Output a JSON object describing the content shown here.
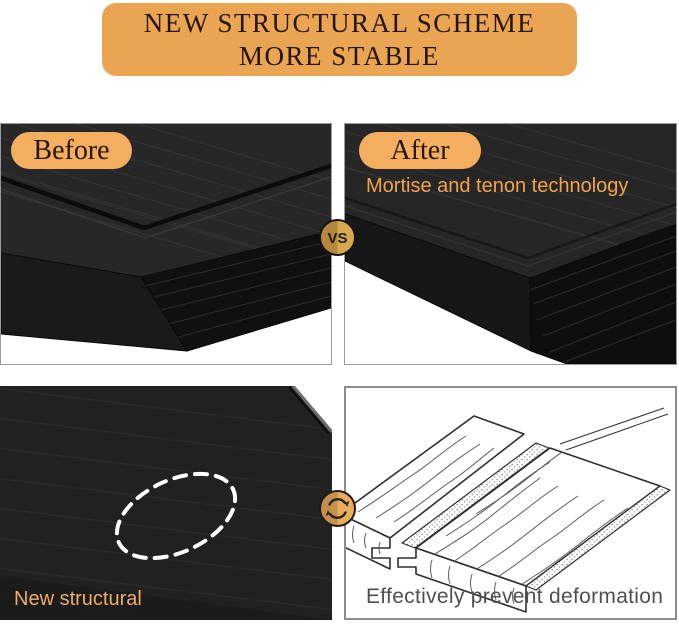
{
  "banner": {
    "line1": "NEW STRUCTURAL SCHEME",
    "line2": "MORE STABLE"
  },
  "compare": {
    "before_label": "Before",
    "after_label": "After",
    "after_caption": "Mortise and tenon technology",
    "vs_label": "VS"
  },
  "bottom": {
    "left_caption": "New structural",
    "right_caption": "Effectively prevent deformation"
  },
  "icons": {
    "rotate_badge": "rotate-arrows-icon",
    "vs_badge": "vs-badge",
    "highlight": "dashed-ellipse-highlight"
  },
  "colors": {
    "banner_bg": "#E9A551",
    "pill_bg": "#F3AE5F",
    "heading_text": "#23140A",
    "accent_orange": "#F2A24B",
    "accent_orange_soft": "#EDAD68",
    "badge_gold_dark": "#B5873C",
    "badge_gold_light": "#D8A84E",
    "caption_gray": "#4F4F4F",
    "wood_black": "#232323"
  }
}
